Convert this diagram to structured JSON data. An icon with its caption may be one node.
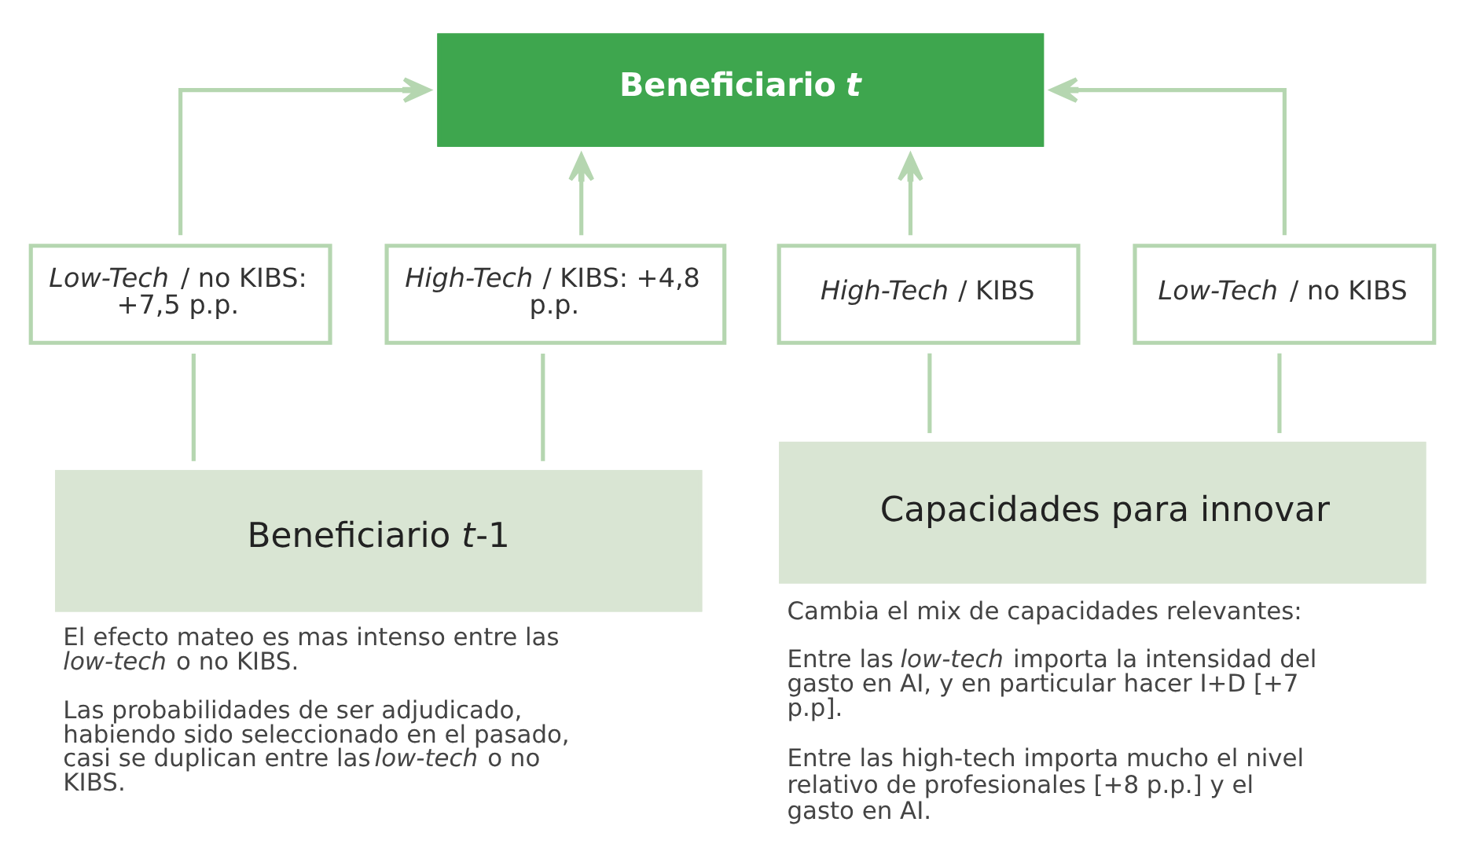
{
  "diagram": {
    "nodes": [
      {
        "text": [
          "Beneficiario *t*"
        ]
      },
      {
        "text": [
          "Beneficiario *t*-1"
        ],
        "beside": [
          "El efecto mateo es mas intenso entre las *low-tech* o no KIBS.",
          "Las probabilidades de ser adjudicado, habiendo sido seleccionado en el pasado, casi se duplican entre las *low-tech* o no KIBS."
        ]
      },
      {
        "text": [
          "Capacidades para innovar"
        ],
        "beside": [
          "Cambia el mix de capacidades relevantes:",
          "Entre las *low-tech* importa la intensidad del gasto en AI, y en particular hacer I+D [+7 p.p].",
          "Entre las high-tech importa mucho el nivel relativo de profesionales [+8 p.p.] y el gasto en AI."
        ]
      },
      {
        "text": [
          "*Low-Tech* / no KIBS: +7,5 p.p."
        ]
      },
      {
        "text": [
          "*High-Tech* / KIBS: +4,8 p.p."
        ]
      },
      {
        "text": [
          "*High-Tech* / KIBS"
        ]
      },
      {
        "text": [
          "*Low-Tech* / no KIBS"
        ]
      }
    ],
    "edges": [
      {
        "from": 1,
        "to": 3,
        "arrow": "none"
      },
      {
        "from": 3,
        "to": 0,
        "arrow": "to"
      },
      {
        "from": 1,
        "to": 4,
        "arrow": "none"
      },
      {
        "from": 4,
        "to": 0,
        "arrow": "to"
      },
      {
        "from": 2,
        "to": 5,
        "arrow": "none"
      },
      {
        "from": 5,
        "to": 0,
        "arrow": "to"
      },
      {
        "from": 2,
        "to": 6,
        "arrow": "none"
      },
      {
        "from": 6,
        "to": 0,
        "arrow": "to"
      }
    ]
  }
}
